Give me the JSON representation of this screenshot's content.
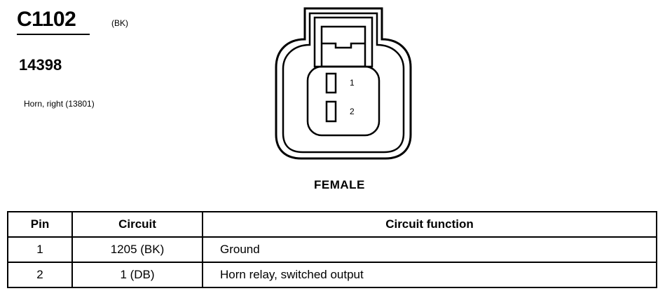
{
  "connector": {
    "id": "C1102",
    "color": "(BK)",
    "part_number": "14398",
    "description": "Horn, right (13801)",
    "gender": "FEMALE",
    "pin_labels": [
      "1",
      "2"
    ]
  },
  "table": {
    "headers": [
      "Pin",
      "Circuit",
      "Circuit function"
    ],
    "rows": [
      {
        "pin": "1",
        "circuit": "1205 (BK)",
        "function": "Ground"
      },
      {
        "pin": "2",
        "circuit": "1 (DB)",
        "function": "Horn relay, switched output"
      }
    ]
  }
}
